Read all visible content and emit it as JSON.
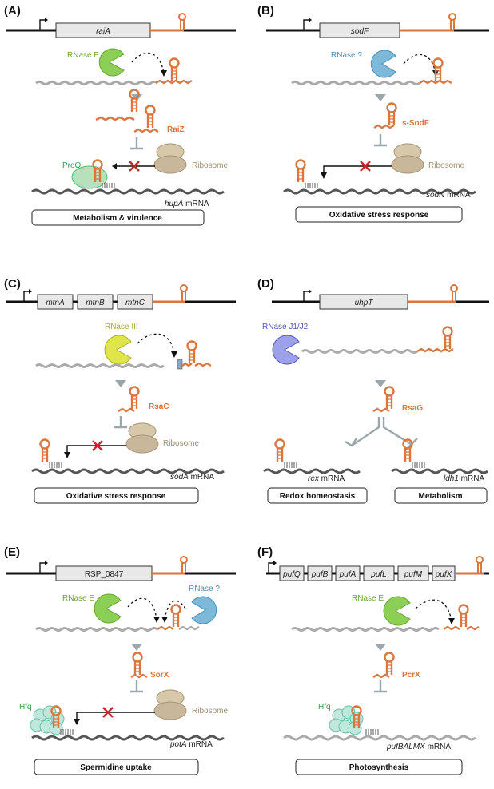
{
  "colors": {
    "srna_orange": "#d9773f",
    "rnase_e_green": "#7dc24b",
    "rnase_unknown_blue": "#5aa0c8",
    "rnase_iii_yellow": "#cfd83a",
    "rnase_j_purple": "#6f74d4",
    "ribosome_tan": "#c8b79a",
    "proq_green": "#57b86a",
    "hfq_teal": "#8fd3c0",
    "inhibition_grey": "#9aa7ad",
    "cross_red": "#c8262b"
  },
  "panels": [
    {
      "label": "(A)",
      "genes": [
        "raiA"
      ],
      "rnases": [
        {
          "name": "RNase E",
          "icon": "pacman-green"
        }
      ],
      "srna": "RaiZ",
      "chaperone": "ProQ",
      "ribosome": "Ribosome",
      "target": {
        "gene": "hupA",
        "suffix": " mRNA"
      },
      "outcome": "Metabolism & virulence"
    },
    {
      "label": "(B)",
      "genes": [
        "sodF"
      ],
      "rnases": [
        {
          "name": "RNase ?",
          "icon": "pacman-blue"
        }
      ],
      "srna": "s-SodF",
      "ribosome": "Ribosome",
      "target": {
        "gene": "sodN",
        "suffix": " mRNA"
      },
      "outcome": "Oxidative stress response"
    },
    {
      "label": "(C)",
      "genes": [
        "mtnA",
        "mtnB",
        "mtnC"
      ],
      "rnases": [
        {
          "name": "RNase III",
          "icon": "pacman-yellow"
        }
      ],
      "srna": "RsaC",
      "ribosome": "Ribosome",
      "target": {
        "gene": "sodA",
        "suffix": " mRNA"
      },
      "outcome": "Oxidative stress response"
    },
    {
      "label": "(D)",
      "genes": [
        "uhpT"
      ],
      "rnases": [
        {
          "name": "RNase J1/J2",
          "icon": "pacman-purple"
        }
      ],
      "srna": "RsaG",
      "targets": [
        {
          "gene": "rex",
          "suffix": " mRNA"
        },
        {
          "gene": "ldh1",
          "suffix": " mRNA"
        }
      ],
      "outcomes": [
        "Redox homeostasis",
        "Metabolism"
      ]
    },
    {
      "label": "(E)",
      "genes": [
        "RSP_0847"
      ],
      "rnases": [
        {
          "name": "RNase E",
          "icon": "pacman-green"
        },
        {
          "name": "RNase ?",
          "icon": "pacman-blue"
        }
      ],
      "srna": "SorX",
      "chaperone": "Hfq",
      "ribosome": "Ribosome",
      "target": {
        "gene": "potA",
        "suffix": " mRNA"
      },
      "outcome": "Spermidine uptake"
    },
    {
      "label": "(F)",
      "genes": [
        "pufQ",
        "pufB",
        "pufA",
        "pufL",
        "pufM",
        "pufX"
      ],
      "rnases": [
        {
          "name": "RNase E",
          "icon": "pacman-green"
        }
      ],
      "srna": "PcrX",
      "chaperone": "Hfq",
      "target": {
        "gene": "pufBALMX",
        "suffix": " mRNA"
      },
      "outcome": "Photosynthesis"
    }
  ]
}
